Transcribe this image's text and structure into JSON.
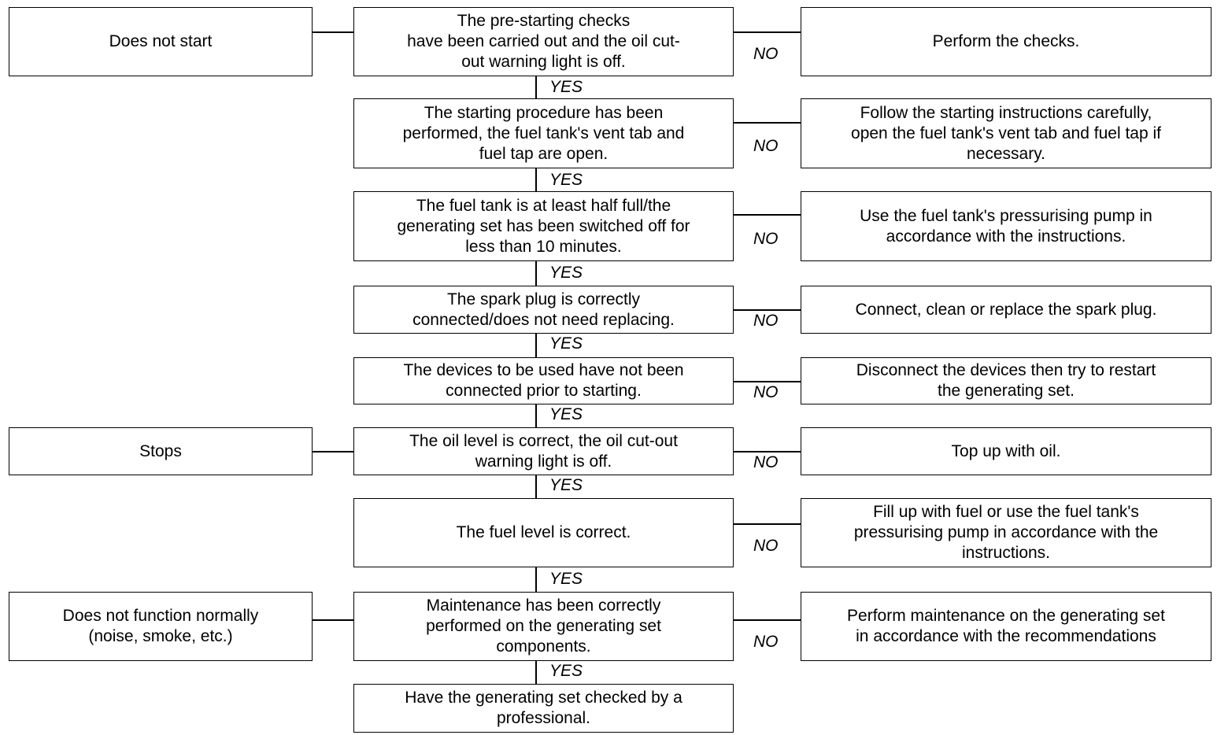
{
  "symptoms": [
    {
      "text": "Does not start"
    },
    {
      "text": "Stops"
    },
    {
      "text": "Does not function normally\n(noise, smoke, etc.)"
    }
  ],
  "checks": [
    {
      "text": "The pre-starting checks\nhave been carried out and the oil cut-\nout warning light is off."
    },
    {
      "text": "The starting procedure has been\nperformed, the fuel tank's vent tab and\nfuel tap are open."
    },
    {
      "text": "The fuel tank is at least half full/the\ngenerating set has been switched off for\nless than 10 minutes."
    },
    {
      "text": "The spark plug is correctly\nconnected/does not need replacing."
    },
    {
      "text": "The devices to be used have not been\nconnected prior to starting."
    },
    {
      "text": "The oil level is correct, the oil cut-out\nwarning light is off."
    },
    {
      "text": "The fuel level is correct."
    },
    {
      "text": "Maintenance has been correctly\nperformed on the generating set\ncomponents."
    },
    {
      "text": "Have the generating set checked by a\nprofessional."
    }
  ],
  "actions": [
    {
      "text": "Perform the checks."
    },
    {
      "text": "Follow the starting instructions carefully,\nopen the fuel tank's vent tab and fuel tap if\nnecessary."
    },
    {
      "text": "Use the fuel tank's pressurising pump in\naccordance with the instructions."
    },
    {
      "text": "Connect, clean or replace the spark plug."
    },
    {
      "text": "Disconnect the devices then try to restart\nthe generating set."
    },
    {
      "text": "Top up with oil."
    },
    {
      "text": "Fill up with fuel or use the fuel tank's\npressurising pump in accordance with the\ninstructions."
    },
    {
      "text": "Perform maintenance on the generating set\nin accordance with the recommendations"
    }
  ],
  "labels": {
    "yes": "YES",
    "no": "NO"
  }
}
